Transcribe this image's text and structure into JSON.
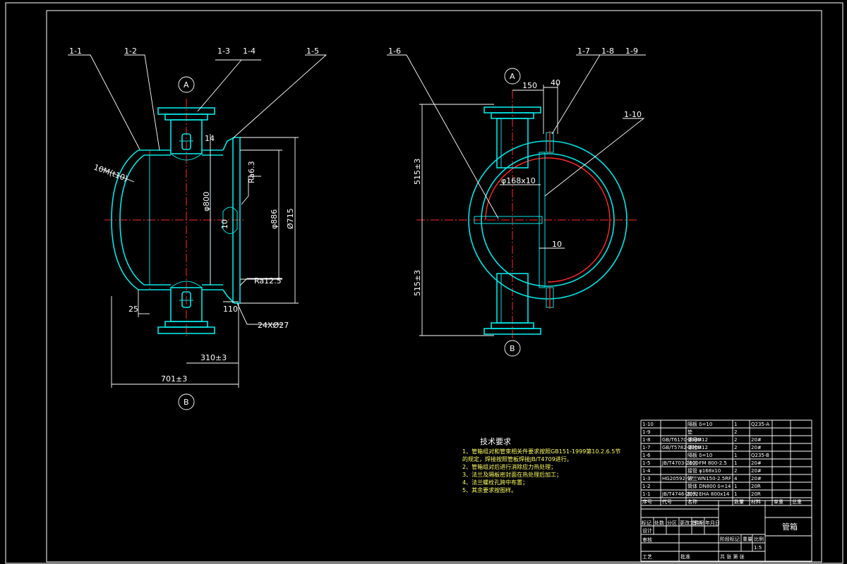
{
  "callouts_left": [
    "1-1",
    "1-2",
    "1-3",
    "1-4",
    "1-5"
  ],
  "callouts_right": [
    "1-6",
    "1-7",
    "1-8",
    "1-9",
    "1-10"
  ],
  "views": {
    "a": "A",
    "b": "B"
  },
  "dims_left": {
    "w701": "701±3",
    "w310": "310±3",
    "d25": "25",
    "d110": "110",
    "d14": "14",
    "d10": "10",
    "phi800": "φ800",
    "phi886": "φ886",
    "phi715": "Ø715",
    "ra63": "Ra6.3",
    "ra125": "Ra12.5",
    "holes": "24XØ27",
    "r10": "10M(t10)"
  },
  "dims_right": {
    "d150": "150",
    "d40": "40",
    "h515a": "515±3",
    "h515b": "515±3",
    "pipe": "φ168x10",
    "d10": "10"
  },
  "tech": {
    "title": "技术要求",
    "lines": [
      "1、管箱组对和管束相关件要求按照GB151-1999第10.2.6.5节",
      "   的规定，焊接按照管板焊接JB/T4709进行。",
      "2、管箱组对后进行消除应力热处理；",
      "3、法兰及隔板密封面在热处理后加工；",
      "4、法兰螺栓孔跨中布置；",
      "5、其余要求按图样。"
    ]
  },
  "bom": [
    [
      "1-10",
      "",
      "隔板 δ=10",
      "1",
      "Q235-A",
      "",
      ""
    ],
    [
      "1-9",
      "",
      "垫",
      "2",
      "",
      "",
      ""
    ],
    [
      "1-8",
      "GB/T6170-2000",
      "螺母M12",
      "2",
      "20#",
      "",
      ""
    ],
    [
      "1-7",
      "GB/T5782-2000",
      "螺栓M12",
      "2",
      "20#",
      "",
      ""
    ],
    [
      "1-6",
      "",
      "隔板 δ=10",
      "1",
      "Q235-B",
      "",
      ""
    ],
    [
      "1-5",
      "JB/T4703-2000",
      "法兰-FM 800-2.5",
      "1",
      "20#",
      "",
      ""
    ],
    [
      "1-4",
      "",
      "接管 φ168x10",
      "2",
      "20#",
      "",
      ""
    ],
    [
      "1-3",
      "HG20592-97",
      "法兰WN150-2.5RF",
      "4",
      "20#",
      "",
      ""
    ],
    [
      "1-2",
      "",
      "筒体 DN800 δ=14",
      "1",
      "20R",
      "",
      ""
    ],
    [
      "1-1",
      "JB/T4746-2002",
      "封头 EHA 800x14",
      "1",
      "20R",
      "",
      ""
    ]
  ],
  "bom_header": [
    "序号",
    "代号",
    "名称",
    "数量",
    "材料",
    "单重",
    "总重"
  ],
  "title_block": {
    "name": "管箱",
    "scale": "1:5",
    "labels": [
      "标记",
      "处数",
      "分区",
      "更改文件号",
      "签名",
      "年月日"
    ],
    "design": "设计",
    "stage": "阶段标记",
    "weight": "重量",
    "ratio": "比例",
    "review": "审核",
    "craft": "工艺",
    "approve": "批准",
    "sheets": "共   张 第   张"
  }
}
